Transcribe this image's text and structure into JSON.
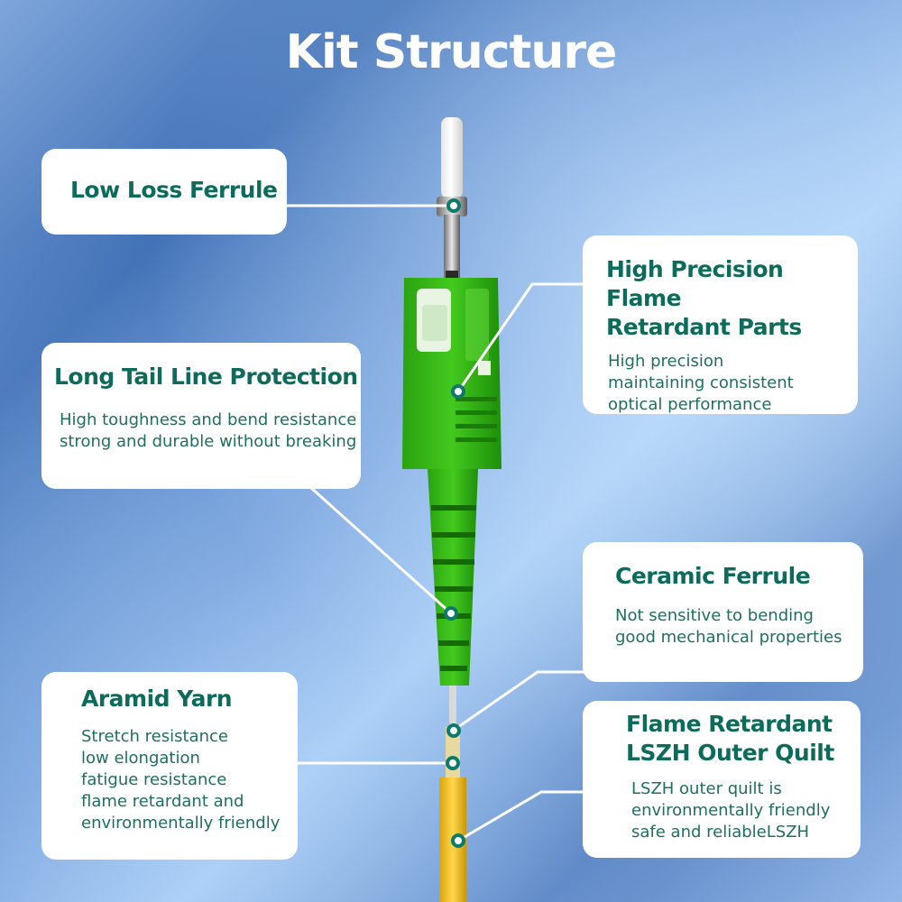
{
  "title": "Kit Structure",
  "cards": {
    "low_loss": {
      "title": "Low Loss Ferrule"
    },
    "long_tail": {
      "title": "Long Tail Line Protection",
      "lines": [
        "High toughness and bend resistance",
        "strong and durable without breaking"
      ]
    },
    "aramid": {
      "title": "Aramid Yarn",
      "lines": [
        "Stretch resistance",
        "low elongation",
        "fatigue resistance",
        "flame retardant and",
        "environmentally friendly"
      ]
    },
    "precision": {
      "title_lines": [
        "High Precision Flame",
        "Retardant Parts"
      ],
      "lines": [
        "High precision",
        "maintaining consistent",
        "optical performance"
      ]
    },
    "ceramic": {
      "title": "Ceramic Ferrule",
      "lines": [
        "Not sensitive to bending",
        "good mechanical properties"
      ]
    },
    "lszh": {
      "title_lines": [
        "Flame Retardant",
        "LSZH Outer Quilt"
      ],
      "lines": [
        "LSZH outer quilt is",
        "environmentally friendly",
        "safe and reliableLSZH"
      ]
    }
  },
  "colors": {
    "title": "#ffffff",
    "heading": "#0d6b5c",
    "connector_green": "#34b513",
    "cable_yellow": "#f2c01a",
    "marker": "#0d7a6a"
  }
}
